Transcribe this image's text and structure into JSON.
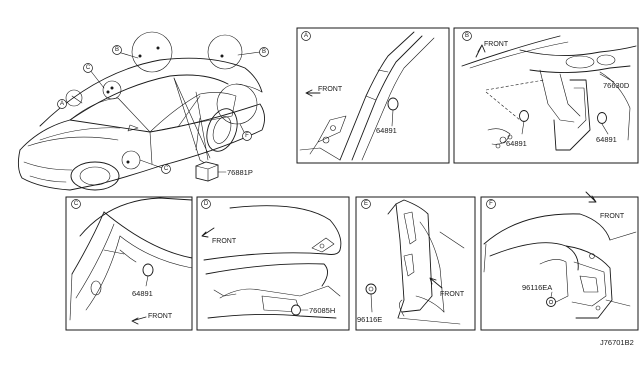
{
  "overview": {
    "callouts": [
      "A",
      "B",
      "C",
      "B",
      "F",
      "C"
    ],
    "part_label": "76881P"
  },
  "panels": [
    {
      "tag": "A",
      "front_label": "FRONT",
      "part_labels": [
        "64891"
      ]
    },
    {
      "tag": "B",
      "front_label": "FRONT",
      "part_labels": [
        "76630D",
        "64891",
        "64891"
      ]
    },
    {
      "tag": "C",
      "front_label": "FRONT",
      "part_labels": [
        "64891"
      ]
    },
    {
      "tag": "D",
      "front_label": "FRONT",
      "part_labels": [
        "76085H"
      ]
    },
    {
      "tag": "E",
      "front_label": "FRONT",
      "part_labels": [
        "96116E"
      ]
    },
    {
      "tag": "F",
      "front_label": "FRONT",
      "part_labels": [
        "96116EA"
      ]
    }
  ],
  "diagram_id": "J76701B2"
}
